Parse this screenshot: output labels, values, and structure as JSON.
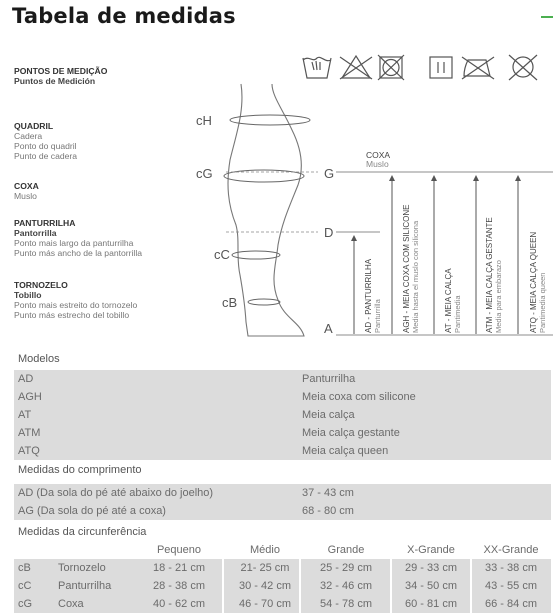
{
  "title": "Tabela de medidas",
  "legend": {
    "pontos": {
      "h1": "PONTOS DE MEDIÇÃO",
      "h2": "Puntos de Medición"
    },
    "quadril": {
      "h1": "QUADRIL",
      "l1": "Cadera",
      "l2": "Ponto do quadril",
      "l3": "Punto de cadera"
    },
    "coxa": {
      "h1": "COXA",
      "l1": "Muslo"
    },
    "panturrilha": {
      "h1": "PANTURRILHA",
      "h2": "Pantorrilla",
      "l1": "Ponto mais largo da panturrilha",
      "l2": "Punto más ancho de la pantorrilla"
    },
    "tornozelo": {
      "h1": "TORNOZELO",
      "h2": "Tobillo",
      "l1": "Ponto mais estreito do tornozelo",
      "l2": "Punto más estrecho del tobillo"
    }
  },
  "care_icons": [
    "hand-wash-icon",
    "no-bleach-icon",
    "no-tumble-dry-icon",
    "line-dry-icon",
    "no-iron-icon",
    "no-dry-clean-icon"
  ],
  "diagram": {
    "circ_labels": {
      "cH": "cH",
      "cG": "cG",
      "cC": "cC",
      "cB": "cB"
    },
    "points": {
      "G": "G",
      "D": "D",
      "A": "A"
    },
    "coxa_label": "COXA",
    "coxa_sub": "Muslo",
    "measures": [
      {
        "label": "AD - PANTURRILHA",
        "sub": "Panturrilla"
      },
      {
        "label": "AGH - MEIA COXA COM SILICONE",
        "sub": "Media hasta el muslo con silicona"
      },
      {
        "label": "AT - MEIA CALÇA",
        "sub": "Pantimedia"
      },
      {
        "label": "ATM - MEIA CALÇA GESTANTE",
        "sub": "Media para embarazo"
      },
      {
        "label": "ATQ - MEIA CALÇA QUEEN",
        "sub": "Pantimedia queen"
      }
    ]
  },
  "models": {
    "header": "Modelos",
    "rows": [
      {
        "code": "AD",
        "name": "Panturrilha"
      },
      {
        "code": "AGH",
        "name": "Meia coxa com silicone"
      },
      {
        "code": "AT",
        "name": "Meia calça"
      },
      {
        "code": "ATM",
        "name": "Meia calça gestante"
      },
      {
        "code": "ATQ",
        "name": "Meia calça queen"
      }
    ]
  },
  "length": {
    "header": "Medidas do comprimento",
    "rows": [
      {
        "label": "AD (Da sola do pé até abaixo do joelho)",
        "value": "37 - 43 cm"
      },
      {
        "label": "AG (Da sola do pé até a coxa)",
        "value": "68 - 80 cm"
      }
    ]
  },
  "circumference": {
    "header": "Medidas da circunferência",
    "sizes": [
      "Pequeno",
      "Médio",
      "Grande",
      "X-Grande",
      "XX-Grande"
    ],
    "rows": [
      {
        "code": "cB",
        "name": "Tornozelo",
        "values": [
          "18 - 21 cm",
          "21- 25 cm",
          "25 - 29 cm",
          "29 - 33 cm",
          "33 - 38 cm"
        ]
      },
      {
        "code": "cC",
        "name": "Panturrilha",
        "values": [
          "28 - 38 cm",
          "30 - 42 cm",
          "32 - 46 cm",
          "34 - 50 cm",
          "43 - 55 cm"
        ]
      },
      {
        "code": "cG",
        "name": "Coxa",
        "values": [
          "40 - 62 cm",
          "46 - 70 cm",
          "54 - 78 cm",
          "60 - 81 cm",
          "66 - 84 cm"
        ]
      }
    ]
  },
  "colors": {
    "row_bg": "#dcdcdc",
    "text": "#6b6b6b",
    "title": "#1a1a1a",
    "accent": "#4caf50"
  }
}
